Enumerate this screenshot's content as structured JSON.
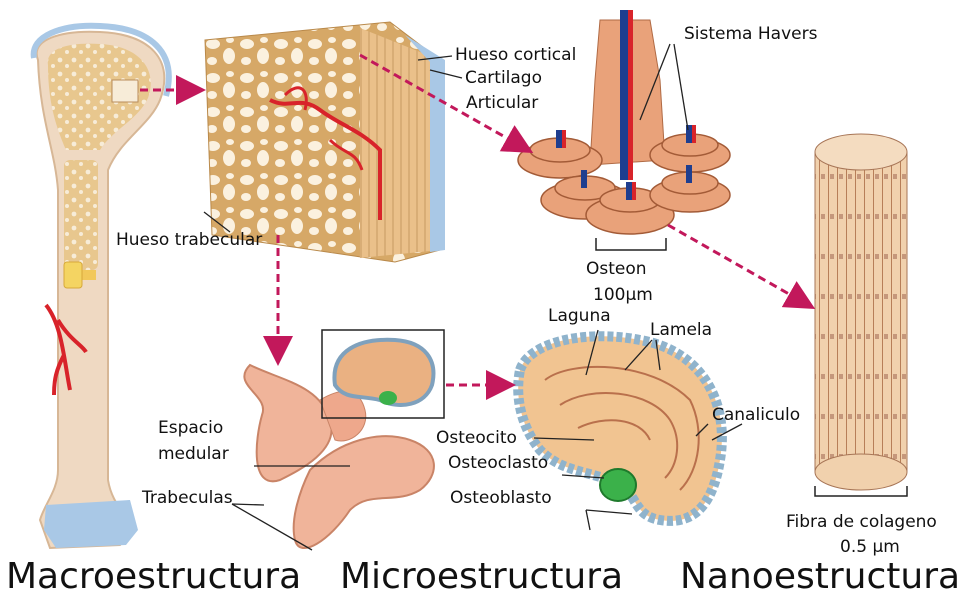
{
  "labels": {
    "hueso_cortical": "Hueso cortical",
    "cartilago": "Cartilago",
    "articular": "Articular",
    "sistema_havers": "Sistema Havers",
    "hueso_trabecular": "Hueso trabecular",
    "osteon": "Osteon",
    "osteon_scale": "100µm",
    "laguna": "Laguna",
    "lamela": "Lamela",
    "espacio_medular_1": "Espacio",
    "espacio_medular_2": "medular",
    "trabeculas": "Trabeculas",
    "osteocito": "Osteocito",
    "osteoclasto": "Osteoclasto",
    "osteoblasto": "Osteoblasto",
    "canaliculo": "Canaliculo",
    "fibra_colageno": "Fibra de colageno",
    "fibra_scale": "0.5 µm"
  },
  "footer": {
    "macro": "Macroestructura",
    "micro": "Microestructura",
    "nano": "Nanoestructura"
  },
  "colors": {
    "bone_outer": "#efd9c2",
    "bone_spongy": "#e8c78e",
    "marrow": "#f2c85a",
    "cartilage": "#a9c8e6",
    "vessel": "#d8232a",
    "arrow": "#c2185b",
    "osteon_ring": "#e9a27a",
    "havers_canal": "#1f3e8f",
    "trabecula": "#f0b49a",
    "lining_cell": "#8fb3cc",
    "osteoclast": "#3bb14a",
    "fiber": "#f1d1ad"
  }
}
